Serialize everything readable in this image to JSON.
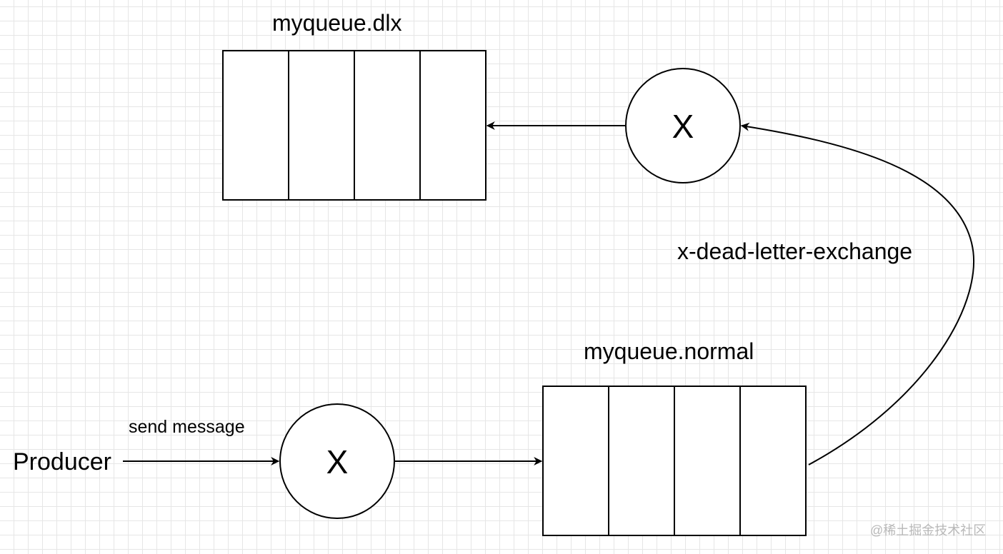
{
  "diagram": {
    "dlx_queue": {
      "title": "myqueue.dlx"
    },
    "normal_queue": {
      "title": "myqueue.normal"
    },
    "top_exchange": {
      "symbol": "X"
    },
    "bottom_exchange": {
      "symbol": "X"
    },
    "producer": {
      "label": "Producer"
    },
    "edges": {
      "send_label": "send message",
      "dead_letter_label": "x-dead-letter-exchange"
    }
  },
  "watermark": "@稀土掘金技术社区",
  "colors": {
    "stroke": "#000000",
    "grid": "#e6e6e6",
    "watermark": "#b8b8b8"
  }
}
